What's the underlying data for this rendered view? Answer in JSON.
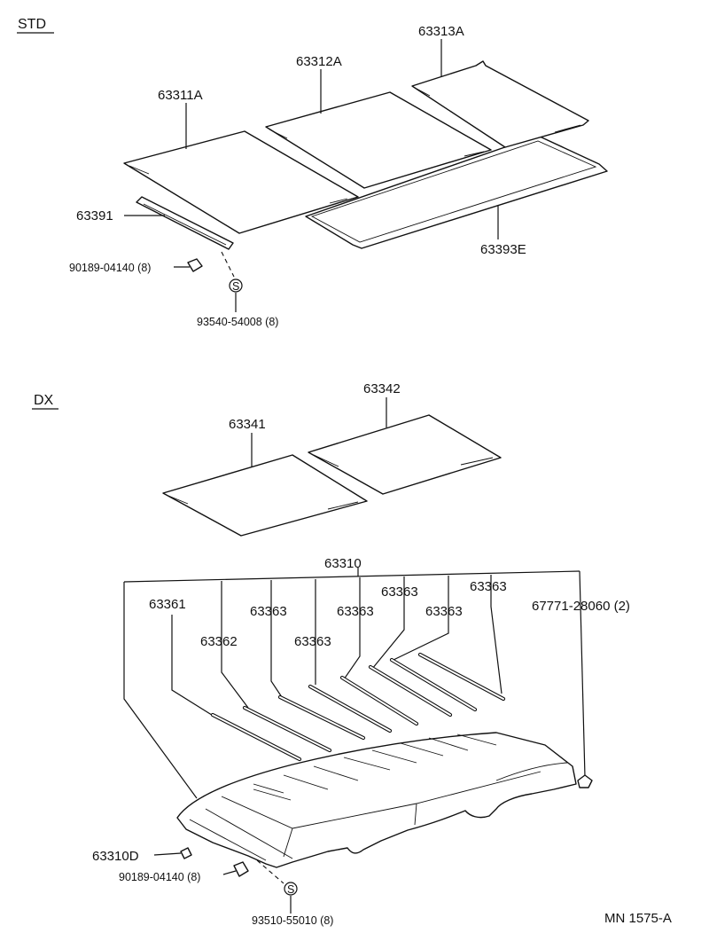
{
  "sections": {
    "std": "STD",
    "dx": "DX"
  },
  "std_labels": {
    "p63311A": "63311A",
    "p63312A": "63312A",
    "p63313A": "63313A",
    "p63391": "63391",
    "p63393E": "63393E",
    "clip": "90189-04140 (8)",
    "screw": "93540-54008 (8)",
    "screw_mark": "S"
  },
  "dx_labels": {
    "p63341": "63341",
    "p63342": "63342",
    "p63310": "63310",
    "p63361": "63361",
    "p63362": "63362",
    "p63363_a": "63363",
    "p63363_b": "63363",
    "p63363_c": "63363",
    "p63363_d": "63363",
    "p63363_e": "63363",
    "p63363_f": "63363",
    "p67771": "67771-28060 (2)",
    "p63310D": "63310D",
    "clip": "90189-04140 (8)",
    "screw": "93510-55010 (8)",
    "screw_mark": "S"
  },
  "figure_code": "MN 1575-A"
}
